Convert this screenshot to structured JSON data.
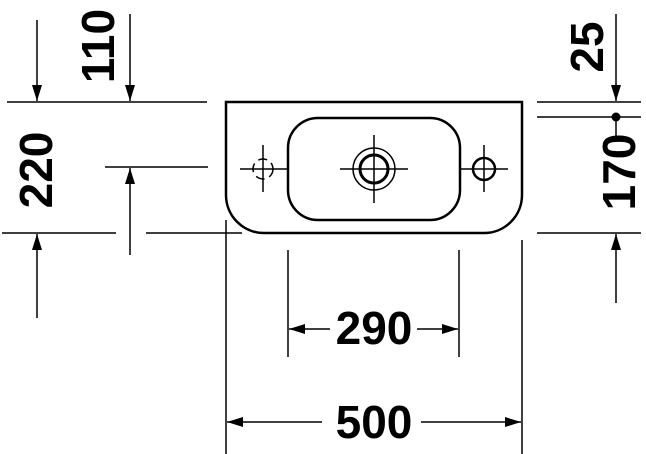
{
  "drawing": {
    "type": "washbasin-plan-view",
    "line_color": "#000000",
    "background": "#ffffff",
    "dimensions": {
      "top_offset": "110",
      "overall_depth": "220",
      "rim_offset": "25",
      "tap_to_front": "170",
      "bowl_width": "290",
      "overall_width": "500"
    }
  }
}
